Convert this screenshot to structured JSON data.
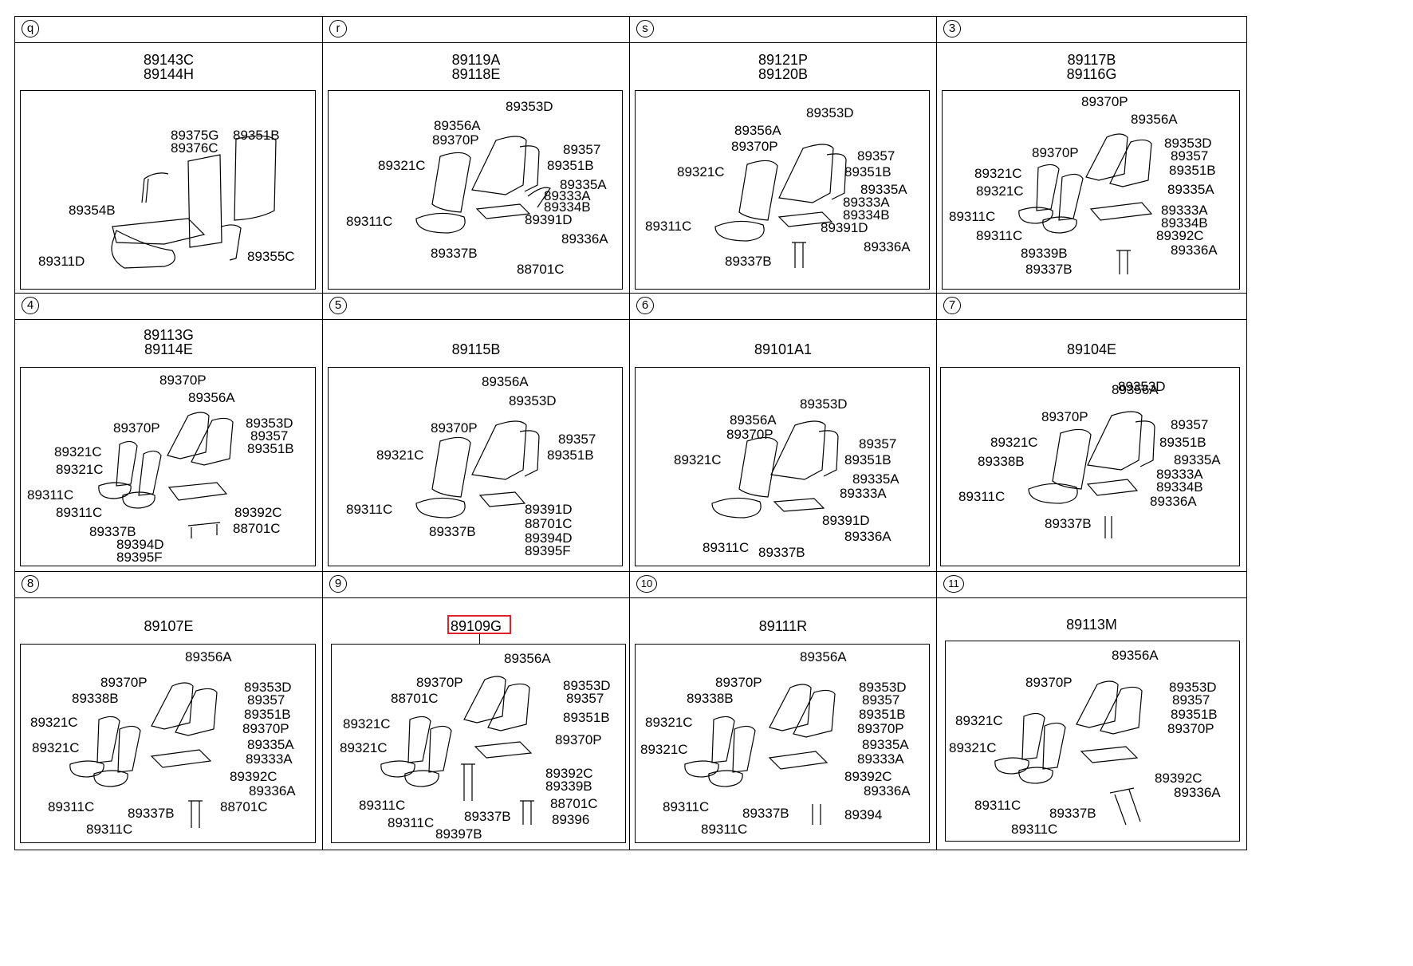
{
  "title": "Seat assembly parts diagram",
  "selected_part": "89109G",
  "panels": [
    {
      "marker": "q",
      "assembly": [
        "89143C",
        "89144H"
      ],
      "selected": false,
      "labels": [
        "89375G",
        "89376C",
        "89351B",
        "89354B",
        "89311D",
        "89355C"
      ]
    },
    {
      "marker": "r",
      "assembly": [
        "89119A",
        "89118E"
      ],
      "selected": false,
      "labels": [
        "89353D",
        "89356A",
        "89370P",
        "89357",
        "89321C",
        "89351B",
        "89335A",
        "89333A",
        "89334B",
        "89311C",
        "89391D",
        "89336A",
        "89337B",
        "88701C"
      ]
    },
    {
      "marker": "s",
      "assembly": [
        "89121P",
        "89120B"
      ],
      "selected": false,
      "labels": [
        "89353D",
        "89356A",
        "89370P",
        "89357",
        "89321C",
        "89351B",
        "89335A",
        "89333A",
        "89334B",
        "89311C",
        "89391D",
        "89336A",
        "89337B"
      ]
    },
    {
      "marker": "3",
      "assembly": [
        "89117B",
        "89116G"
      ],
      "selected": false,
      "labels": [
        "89370P",
        "89356A",
        "89353D",
        "89370P",
        "89357",
        "89321C",
        "89351B",
        "89321C",
        "89335A",
        "89311C",
        "89333A",
        "89334B",
        "89311C",
        "89392C",
        "89339B",
        "89336A",
        "89337B"
      ]
    },
    {
      "marker": "4",
      "assembly": [
        "89113G",
        "89114E"
      ],
      "selected": false,
      "labels": [
        "89370P",
        "89356A",
        "89370P",
        "89353D",
        "89357",
        "89321C",
        "89351B",
        "89321C",
        "89311C",
        "89311C",
        "89392C",
        "88701C",
        "89337B",
        "89394D",
        "89395F"
      ]
    },
    {
      "marker": "5",
      "assembly": [
        "89115B"
      ],
      "selected": false,
      "labels": [
        "89356A",
        "89353D",
        "89370P",
        "89357",
        "89321C",
        "89351B",
        "89311C",
        "89391D",
        "88701C",
        "89337B",
        "89394D",
        "89395F"
      ]
    },
    {
      "marker": "6",
      "assembly": [
        "89101A1"
      ],
      "selected": false,
      "labels": [
        "89353D",
        "89356A",
        "89370P",
        "89357",
        "89321C",
        "89351B",
        "89335A",
        "89333A",
        "89391D",
        "89336A",
        "89311C",
        "89337B"
      ]
    },
    {
      "marker": "7",
      "assembly": [
        "89104E"
      ],
      "selected": false,
      "labels": [
        "89356A",
        "89353D",
        "89370P",
        "89357",
        "89321C",
        "89351B",
        "89338B",
        "89335A",
        "89333A",
        "89334B",
        "89311C",
        "89336A",
        "89337B"
      ]
    },
    {
      "marker": "8",
      "assembly": [
        "89107E"
      ],
      "selected": false,
      "labels": [
        "89356A",
        "89370P",
        "89353D",
        "89338B",
        "89357",
        "89351B",
        "89321C",
        "89370P",
        "89335A",
        "89321C",
        "89333A",
        "89392C",
        "89336A",
        "89311C",
        "89337B",
        "88701C",
        "89311C"
      ]
    },
    {
      "marker": "9",
      "assembly": [
        "89109G"
      ],
      "selected": true,
      "labels": [
        "89356A",
        "89370P",
        "89353D",
        "88701C",
        "89357",
        "89351B",
        "89321C",
        "89370P",
        "89321C",
        "89392C",
        "89339B",
        "89311C",
        "88701C",
        "89311C",
        "89337B",
        "89396",
        "89397B"
      ]
    },
    {
      "marker": "10",
      "assembly": [
        "89111R"
      ],
      "selected": false,
      "labels": [
        "89356A",
        "89370P",
        "89353D",
        "89338B",
        "89357",
        "89351B",
        "89321C",
        "89370P",
        "89335A",
        "89321C",
        "89333A",
        "89392C",
        "89336A",
        "89311C",
        "89337B",
        "89394",
        "89311C"
      ]
    },
    {
      "marker": "11",
      "assembly": [
        "89113M"
      ],
      "selected": false,
      "labels": [
        "89356A",
        "89370P",
        "89353D",
        "89357",
        "89351B",
        "89321C",
        "89370P",
        "89321C",
        "89392C",
        "89336A",
        "89311C",
        "89337B",
        "89311C"
      ]
    }
  ]
}
